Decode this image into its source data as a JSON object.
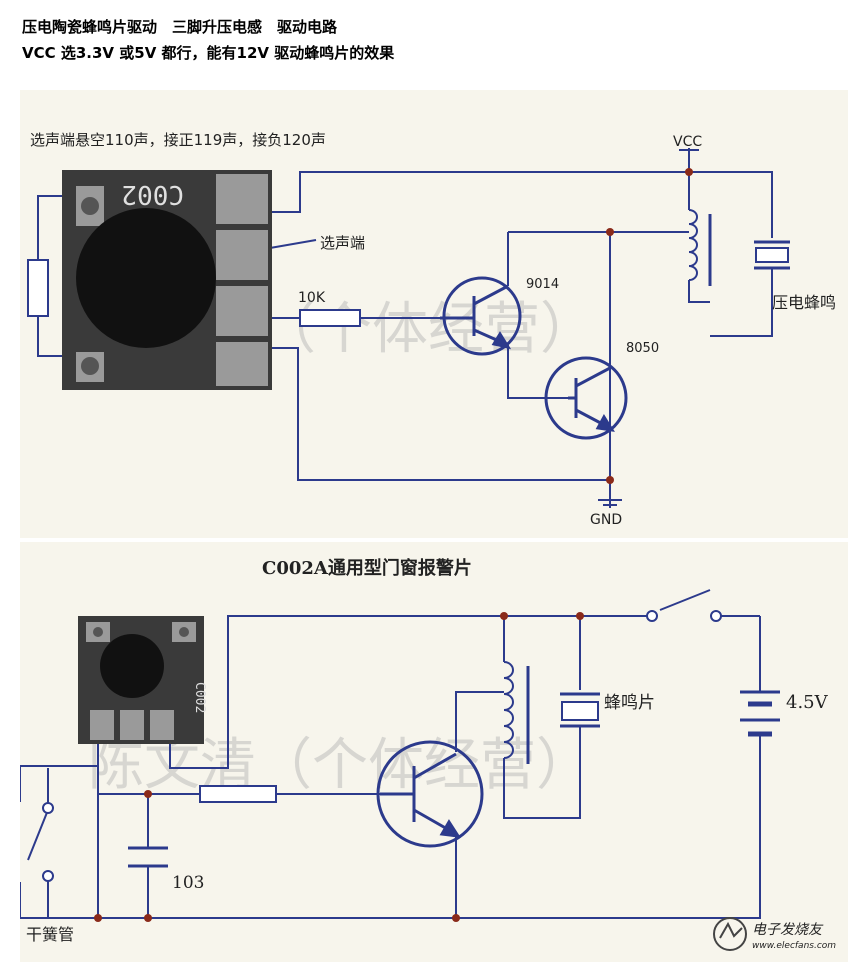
{
  "header": {
    "line1": "压电陶瓷蜂鸣片驱动　三脚升压电感　驱动电路",
    "line2": "VCC 选3.3V 或5V 都行，能有12V 驱动蜂鸣片的效果"
  },
  "circuit1": {
    "note": "选声端悬空110声，接正119声，接负120声",
    "vcc_label": "VCC",
    "gnd_label": "GND",
    "chip_marking": "C002",
    "select_label": "选声端",
    "resistor_label": "10K",
    "q1_label": "9014",
    "q2_label": "8050",
    "buzzer_label": "压电蜂鸣",
    "watermark": "陈文清（个体经营）"
  },
  "circuit2": {
    "title": "C002A通用型门窗报警片",
    "chip_marking": "C002",
    "buzzer_label": "蜂鸣片",
    "battery_label": "4.5V",
    "cap_label": "103",
    "reed_label": "干簧管",
    "watermark": "陈文清（个体经营）",
    "footer_logo": "电子发烧友",
    "footer_url": "www.elecfans.com"
  },
  "colors": {
    "wire": "#2c3a8c",
    "panel_bg": "#f7f5ec",
    "chip_body": "#3a3a3a",
    "pad": "#9a9a9a",
    "blob": "#111111",
    "junction": "#8a2a1a"
  }
}
